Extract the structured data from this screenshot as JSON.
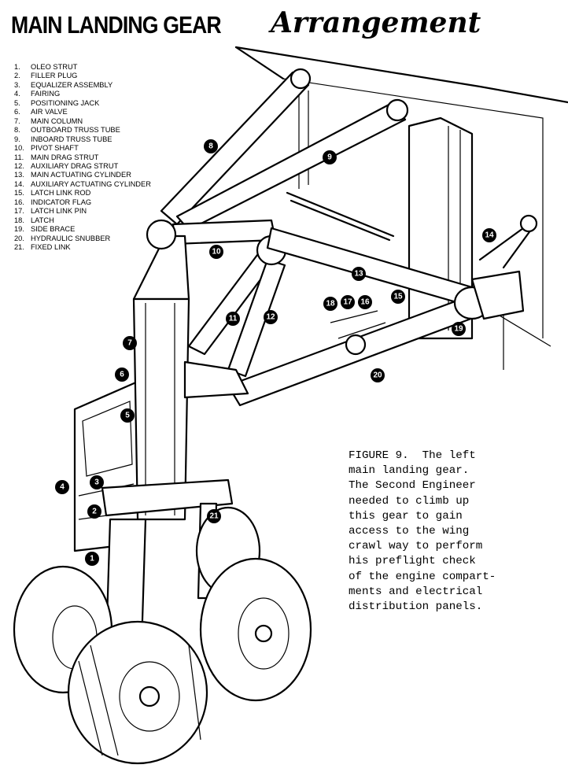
{
  "title": {
    "part1": "MAIN LANDING GEAR",
    "part2": "Arrangement"
  },
  "legend": [
    {
      "num": "1.",
      "label": "OLEO STRUT"
    },
    {
      "num": "2.",
      "label": "FILLER PLUG"
    },
    {
      "num": "3.",
      "label": "EQUALIZER ASSEMBLY"
    },
    {
      "num": "4.",
      "label": "FAIRING"
    },
    {
      "num": "5.",
      "label": "POSITIONING JACK"
    },
    {
      "num": "6.",
      "label": "AIR VALVE"
    },
    {
      "num": "7.",
      "label": "MAIN COLUMN"
    },
    {
      "num": "8.",
      "label": "OUTBOARD TRUSS TUBE"
    },
    {
      "num": "9.",
      "label": "INBOARD TRUSS TUBE"
    },
    {
      "num": "10.",
      "label": "PIVOT SHAFT"
    },
    {
      "num": "11.",
      "label": "MAIN DRAG STRUT"
    },
    {
      "num": "12.",
      "label": "AUXILIARY DRAG STRUT"
    },
    {
      "num": "13.",
      "label": "MAIN ACTUATING CYLINDER"
    },
    {
      "num": "14.",
      "label": "AUXILIARY ACTUATING CYLINDER"
    },
    {
      "num": "15.",
      "label": "LATCH LINK ROD"
    },
    {
      "num": "16.",
      "label": "INDICATOR FLAG"
    },
    {
      "num": "17.",
      "label": "LATCH LINK PIN"
    },
    {
      "num": "18.",
      "label": "LATCH"
    },
    {
      "num": "19.",
      "label": "SIDE BRACE"
    },
    {
      "num": "20.",
      "label": "HYDRAULIC SNUBBER"
    },
    {
      "num": "21.",
      "label": "FIXED LINK"
    }
  ],
  "caption": {
    "lines": [
      "FIGURE 9.  The left",
      "main landing gear.",
      "The Second Engineer",
      "needed to climb up",
      "this gear to gain",
      "access to the wing",
      "crawl way to perform",
      "his preflight check",
      "of the engine compart-",
      "ments and electrical",
      "distribution panels."
    ]
  },
  "callouts": [
    "1",
    "2",
    "3",
    "4",
    "5",
    "6",
    "7",
    "8",
    "9",
    "10",
    "11",
    "12",
    "13",
    "14",
    "15",
    "16",
    "17",
    "18",
    "19",
    "20",
    "21"
  ]
}
